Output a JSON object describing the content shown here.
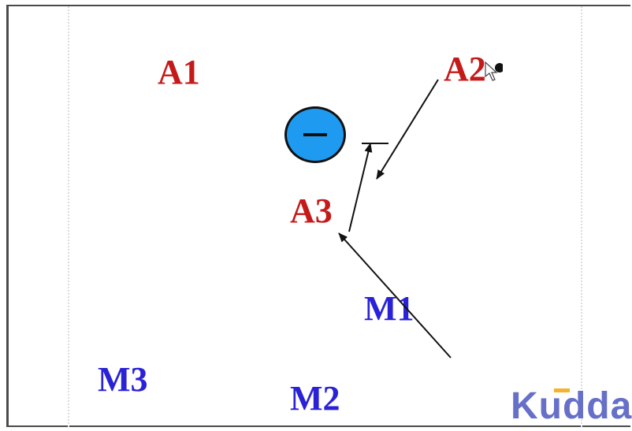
{
  "players": {
    "a1": "A1",
    "a2": "A2",
    "a3": "A3",
    "m1": "M1",
    "m2": "M2",
    "m3": "M3"
  },
  "token": {
    "symbol": "−",
    "color": "#1e9bf0"
  },
  "colors": {
    "attack": "#c41a1a",
    "defense": "#2a22d6"
  },
  "brand": {
    "text": "Kudda",
    "color": "#6670c8",
    "accent": "#f3b32b"
  },
  "icons": [
    "mouse-pointer-icon",
    "ball-icon"
  ]
}
